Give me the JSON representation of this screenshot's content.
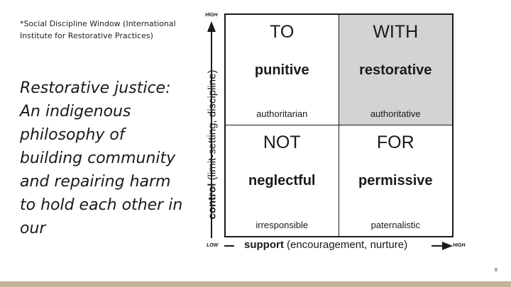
{
  "caption": "*Social Discipline Window (International Institute for Restorative Practices)",
  "heading": "Restorative justice: An indigenous philosophy of building community and repairing harm to hold each other in our",
  "page_number": "8",
  "diagram": {
    "y_axis": {
      "high_label": "HIGH",
      "label_main": "control",
      "label_rest": " (limit-setting, discipline)"
    },
    "x_axis": {
      "low_label": "LOW",
      "label_main": "support",
      "label_rest": " (encouragement, nurture)",
      "high_label": "HIGH"
    },
    "cells": [
      {
        "word": "TO",
        "style": "punitive",
        "desc": "authoritarian"
      },
      {
        "word": "WITH",
        "style": "restorative",
        "desc": "authoritative"
      },
      {
        "word": "NOT",
        "style": "neglectful",
        "desc": "irresponsible"
      },
      {
        "word": "FOR",
        "style": "permissive",
        "desc": "paternalistic"
      }
    ],
    "highlight_color": "#d3d3d3",
    "footer_color": "#c2b396"
  }
}
